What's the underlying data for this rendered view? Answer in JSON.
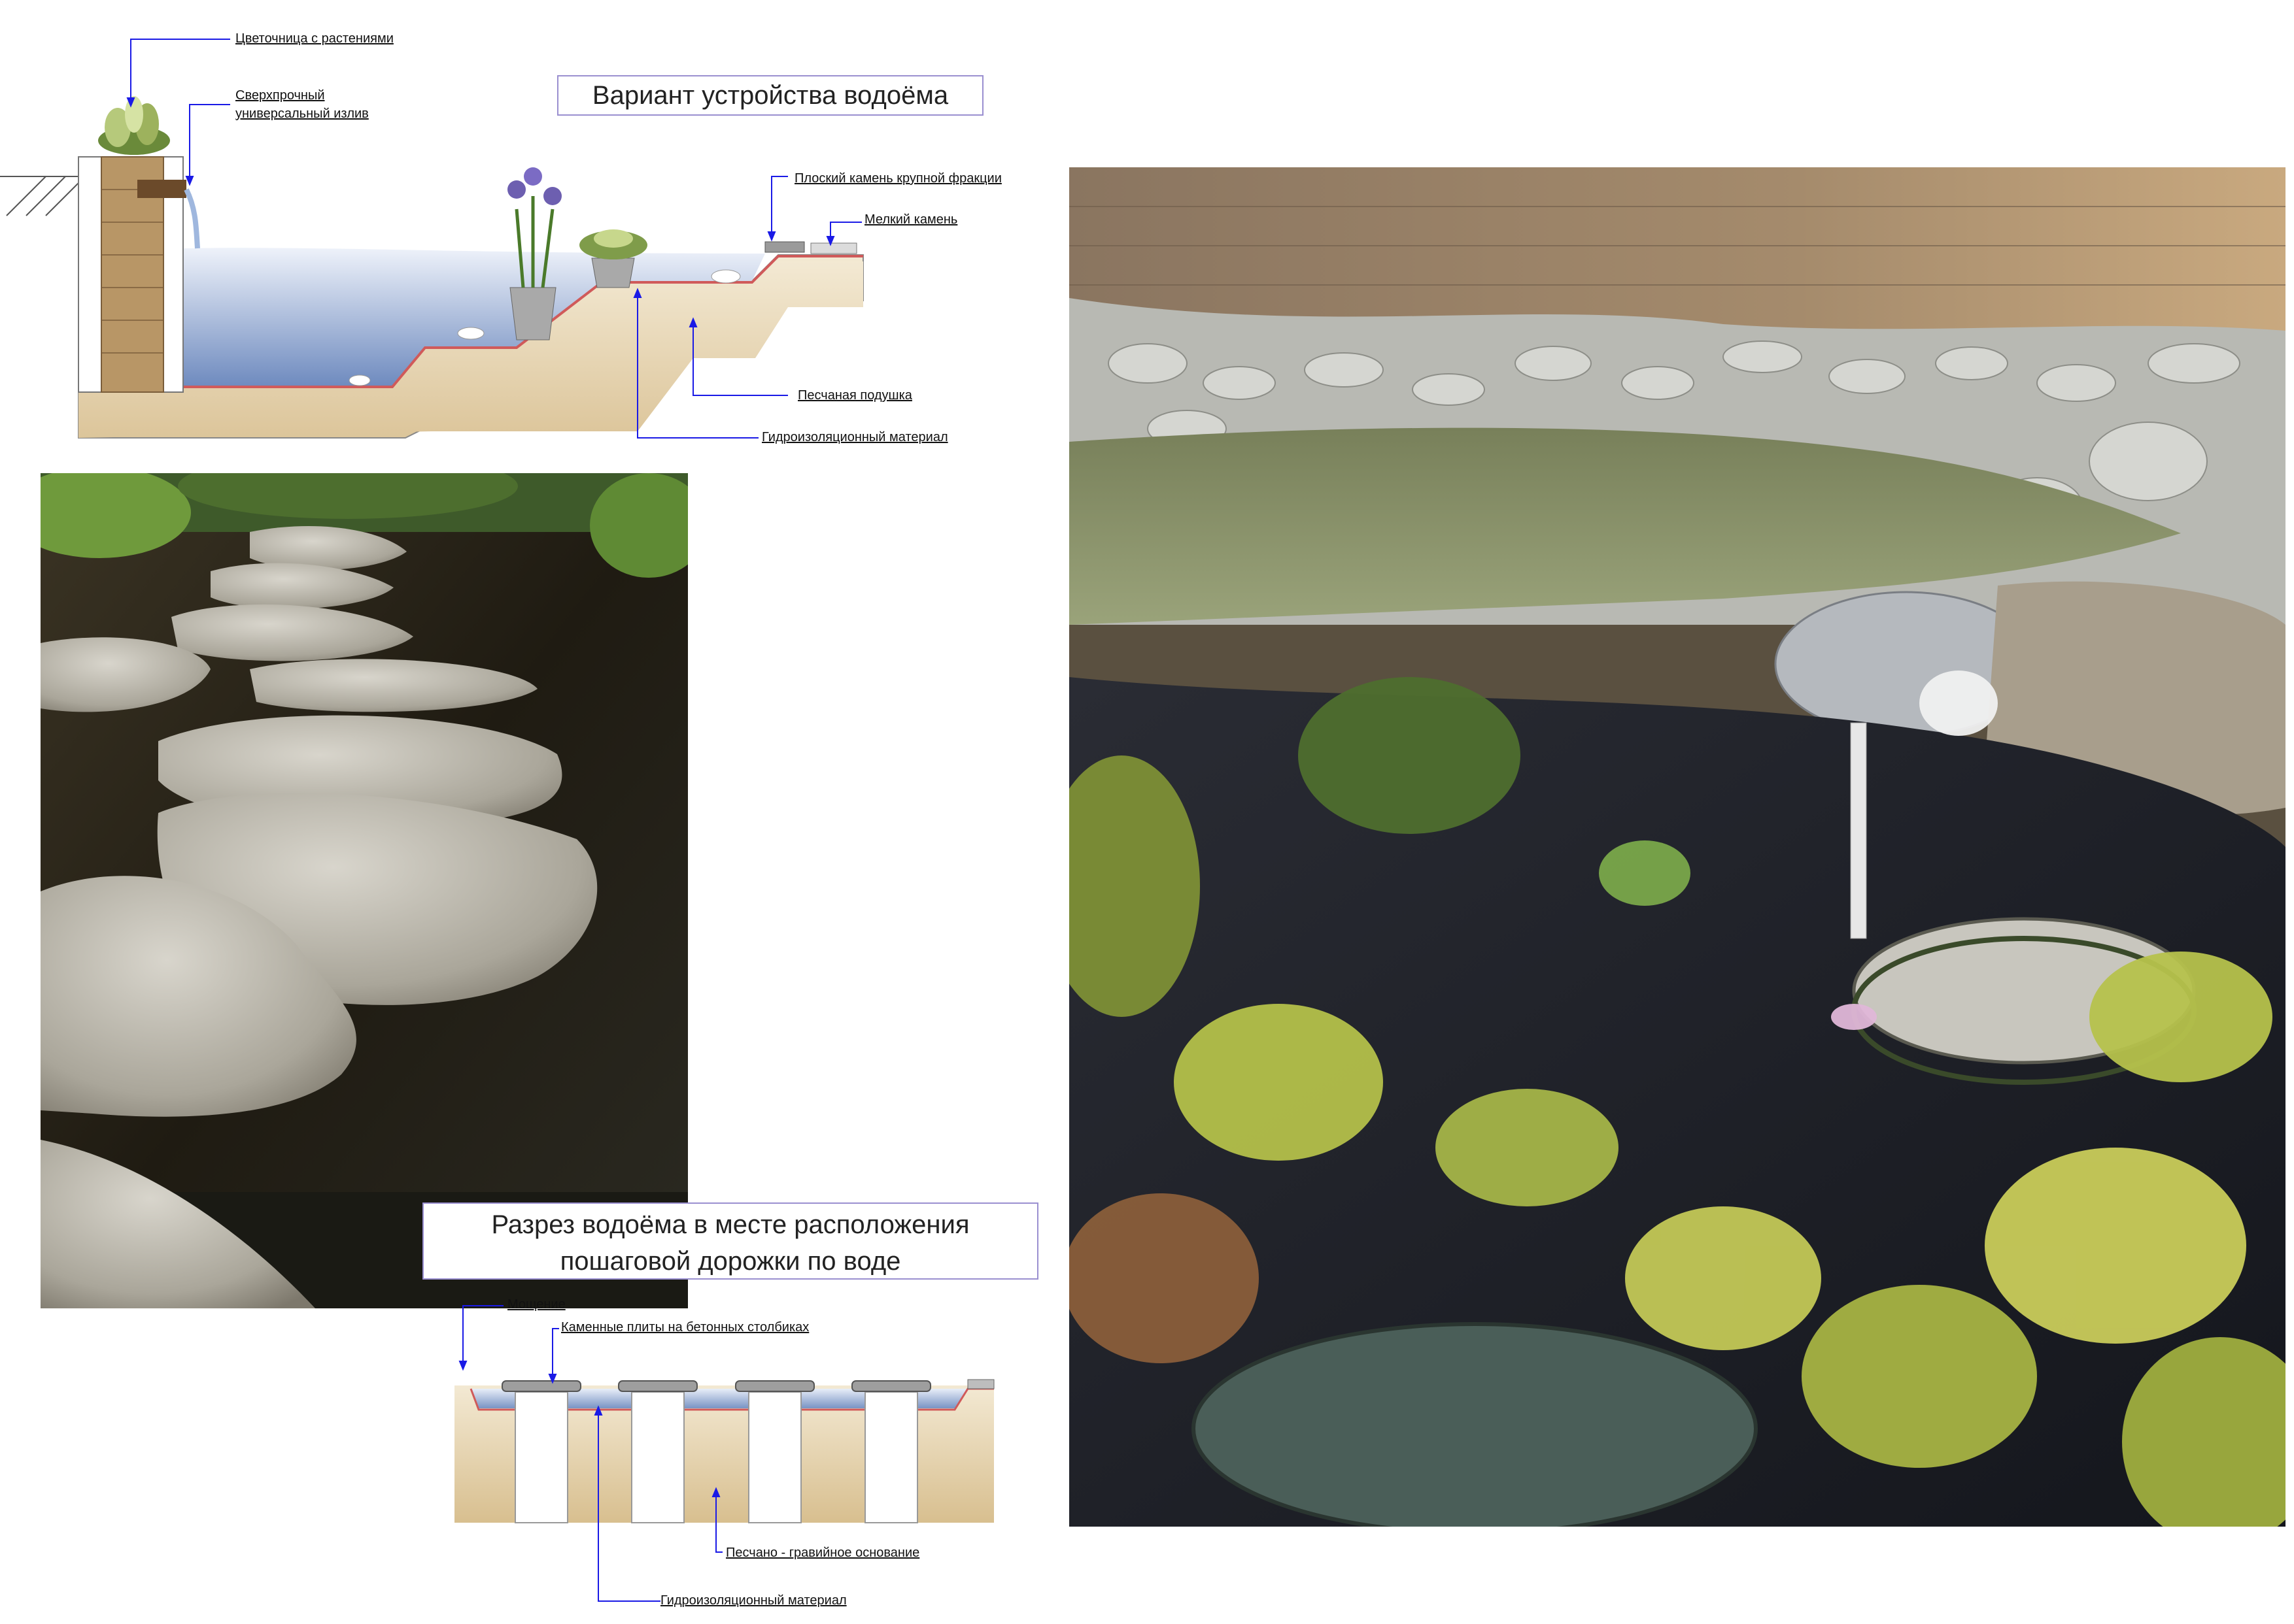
{
  "top_diagram": {
    "title": "Вариант устройства водоёма",
    "labels": {
      "planter": "Цветочница с растениями",
      "spout_line1": "Сверхпрочный",
      "spout_line2": "универсальный излив",
      "flat_stone": "Плоский камень крупной фракции",
      "small_stone": "Мелкий камень",
      "sand": "Песчаная подушка",
      "waterproof": "Гидроизоляционный материал"
    }
  },
  "bottom_diagram": {
    "title_line1": "Разрез водоёма в месте расположения",
    "title_line2": "пошаговой дорожки по воде",
    "labels": {
      "paving": "Мощение",
      "slabs": "Каменные плиты на бетонных столбиках",
      "base": "Песчано - гравийное основание",
      "waterproof": "Гидроизоляционный материал"
    }
  },
  "colors": {
    "water": "#8fa6cc",
    "sand": "#e3d2ad",
    "wall": "#b89666",
    "arrow": "#1a1ae6",
    "liner": "#d05a5a"
  },
  "photos": {
    "left": "stepping-stones-photo",
    "right": "garden-pond-photo"
  }
}
